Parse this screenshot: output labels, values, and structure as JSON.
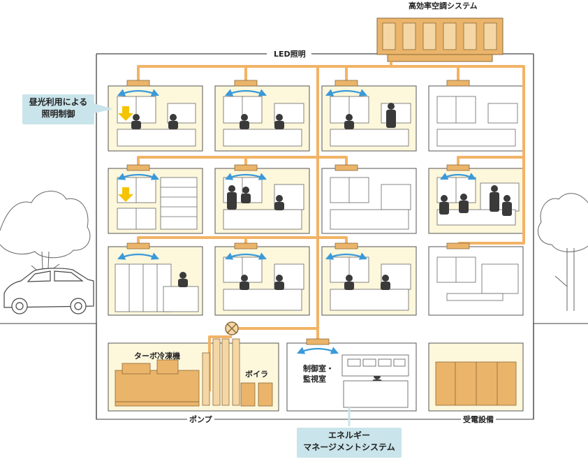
{
  "labels": {
    "hvac_system": "高効率空調システム",
    "led_lighting": "LED照明",
    "daylight_callout_line1": "昼光利用による",
    "daylight_callout_line2": "照明制御",
    "turbo_chiller": "ターボ冷凍機",
    "boiler": "ボイラ",
    "control_room_line1": "制御室・",
    "control_room_line2": "監視室",
    "pump": "ポンプ",
    "power_receiving": "受電設備",
    "ems_line1": "エネルギー",
    "ems_line2": "マネージメントシステム"
  },
  "colors": {
    "duct": "#f2b366",
    "room_fill": "#fdf7dc",
    "callout_bg": "#c9e4ea",
    "airflow_arrow": "#3a9ad9",
    "daylight_arrow": "#f5c400",
    "equipment": "#eab46a",
    "line": "#444444"
  },
  "icons": {
    "airflow": "double-arrow-icon",
    "daylight": "down-arrow-icon",
    "valve": "valve-icon"
  }
}
